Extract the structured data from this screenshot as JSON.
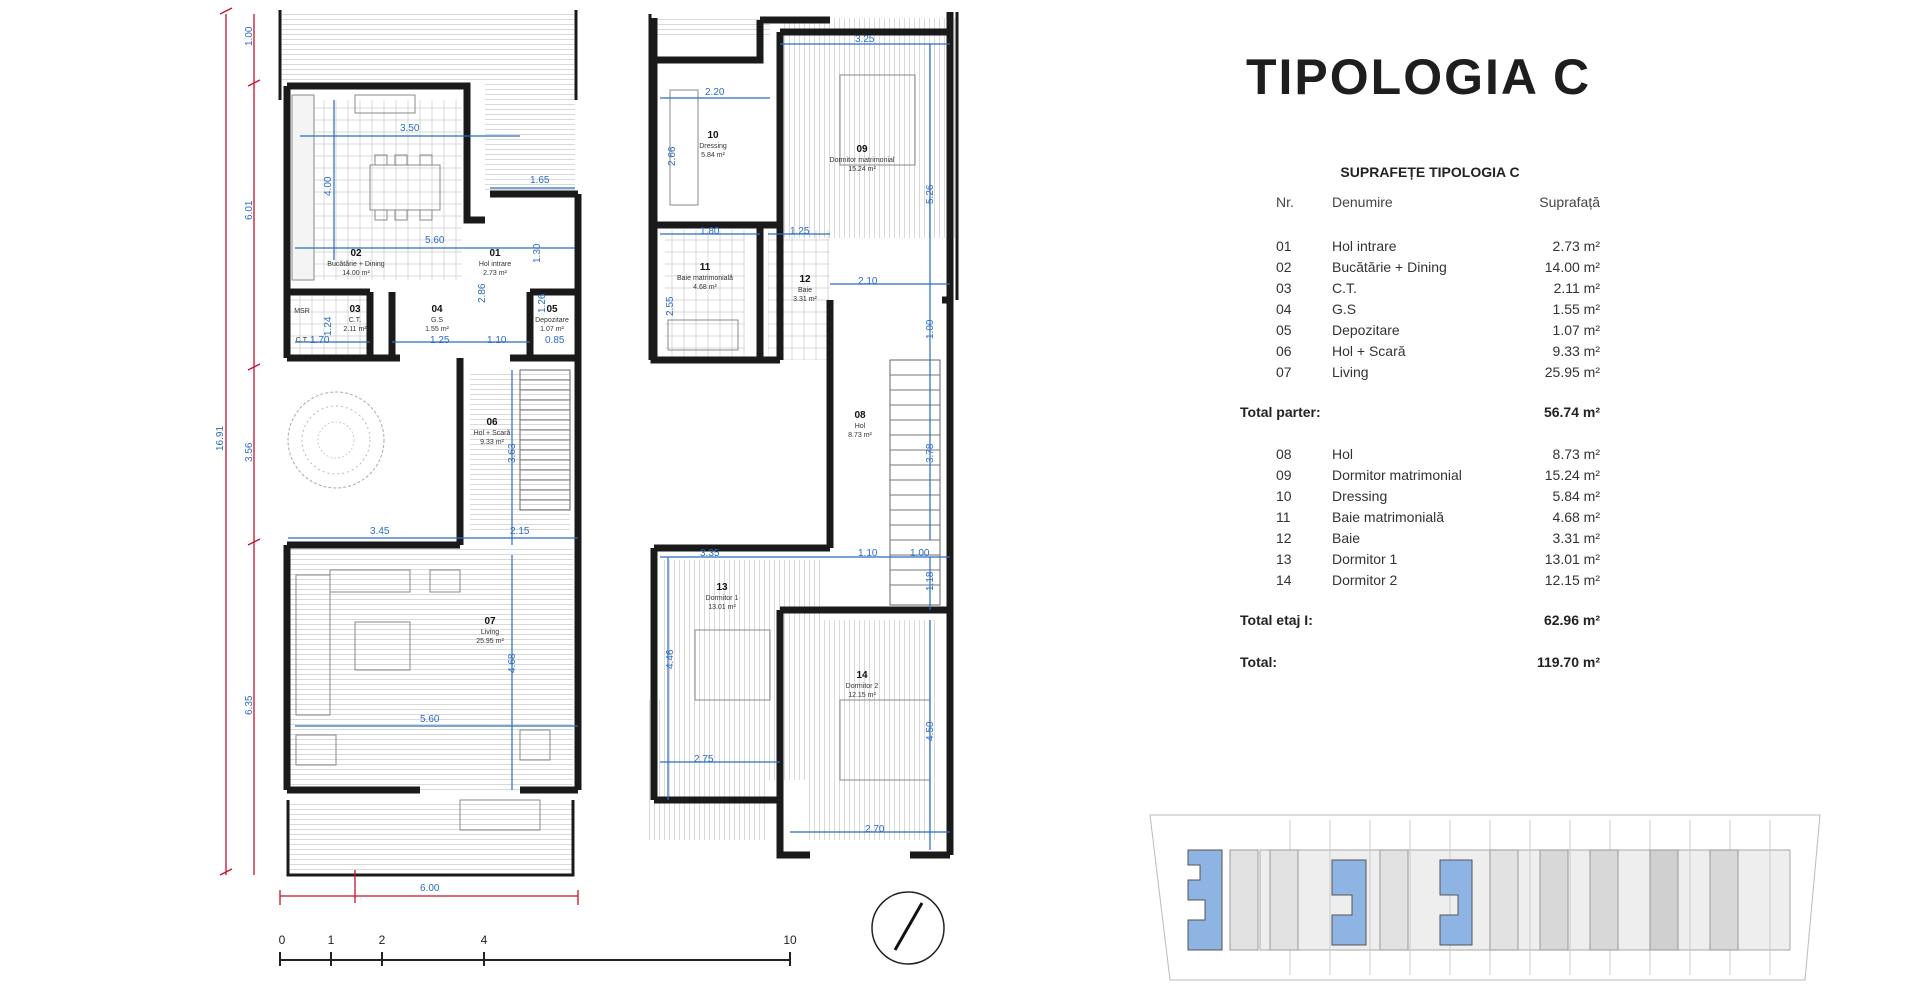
{
  "title": "TIPOLOGIA C",
  "table": {
    "title": "SUPRAFEȚE TIPOLOGIA C",
    "headers": {
      "nr": "Nr.",
      "name": "Denumire",
      "area": "Suprafață"
    },
    "ground": [
      {
        "nr": "01",
        "name": "Hol intrare",
        "area": "2.73 m²"
      },
      {
        "nr": "02",
        "name": "Bucătărie + Dining",
        "area": "14.00 m²"
      },
      {
        "nr": "03",
        "name": "C.T.",
        "area": "2.11 m²"
      },
      {
        "nr": "04",
        "name": "G.S",
        "area": "1.55 m²"
      },
      {
        "nr": "05",
        "name": "Depozitare",
        "area": "1.07 m²"
      },
      {
        "nr": "06",
        "name": "Hol + Scară",
        "area": "9.33 m²"
      },
      {
        "nr": "07",
        "name": "Living",
        "area": "25.95 m²"
      }
    ],
    "total_ground": {
      "label": "Total parter:",
      "area": "56.74 m²"
    },
    "first": [
      {
        "nr": "08",
        "name": "Hol",
        "area": "8.73 m²"
      },
      {
        "nr": "09",
        "name": "Dormitor matrimonial",
        "area": "15.24 m²"
      },
      {
        "nr": "10",
        "name": "Dressing",
        "area": "5.84 m²"
      },
      {
        "nr": "11",
        "name": "Baie matrimonială",
        "area": "4.68 m²"
      },
      {
        "nr": "12",
        "name": "Baie",
        "area": "3.31 m²"
      },
      {
        "nr": "13",
        "name": "Dormitor 1",
        "area": "13.01 m²"
      },
      {
        "nr": "14",
        "name": "Dormitor 2",
        "area": "12.15 m²"
      }
    ],
    "total_first": {
      "label": "Total etaj I:",
      "area": "62.96 m²"
    },
    "total": {
      "label": "Total:",
      "area": "119.70 m²"
    }
  },
  "plan_labels": {
    "r01": {
      "num": "01",
      "name": "Hol intrare",
      "area": "2.73 m²"
    },
    "r02": {
      "num": "02",
      "name": "Bucătărie + Dining",
      "area": "14.00 m²"
    },
    "r03": {
      "num": "03",
      "name": "C.T.",
      "area": "2.11 m²"
    },
    "r04": {
      "num": "04",
      "name": "G.S",
      "area": "1.55 m²"
    },
    "r05": {
      "num": "05",
      "name": "Depozitare",
      "area": "1.07 m²"
    },
    "r06": {
      "num": "06",
      "name": "Hol + Scară",
      "area": "9.33 m²"
    },
    "r07": {
      "num": "07",
      "name": "Living",
      "area": "25.95 m²"
    },
    "r08": {
      "num": "08",
      "name": "Hol",
      "area": "8.73 m²"
    },
    "r09": {
      "num": "09",
      "name": "Dormitor matrimonial",
      "area": "15.24 m²"
    },
    "r10": {
      "num": "10",
      "name": "Dressing",
      "area": "5.84 m²"
    },
    "r11": {
      "num": "11",
      "name": "Baie matrimonială",
      "area": "4.68 m²"
    },
    "r12": {
      "num": "12",
      "name": "Baie",
      "area": "3.31 m²"
    },
    "r13": {
      "num": "13",
      "name": "Dormitor 1",
      "area": "13.01 m²"
    },
    "r14": {
      "num": "14",
      "name": "Dormitor 2",
      "area": "12.15 m²"
    },
    "msr": "MSR",
    "ct_small": "C.T."
  },
  "dims_red": {
    "total_height": "16.91",
    "seg1": "1.00",
    "seg2": "6.01",
    "seg3": "3.56",
    "seg4": "6.35",
    "width": "6.00"
  },
  "dims_blue": {
    "d350": "3.50",
    "d400": "4.00",
    "d560a": "5.60",
    "d165": "1.65",
    "d130": "1.30",
    "d286": "2.86",
    "d124": "1.24",
    "d170": "1.70",
    "d125a": "1.25",
    "d110a": "1.10",
    "d085": "0.85",
    "d126": "1.26",
    "d363": "3.63",
    "d345": "3.45",
    "d215": "2.15",
    "d468": "4.68",
    "d560b": "5.60",
    "d325": "3.25",
    "d220": "2.20",
    "d266": "2.66",
    "d526": "5.26",
    "d180": "1.80",
    "d125b": "1.25",
    "d255": "2.55",
    "d210": "2.10",
    "d100a": "1.00",
    "d378": "3.78",
    "d335": "3.35",
    "d110b": "1.10",
    "d100b": "1.00",
    "d118": "1.18",
    "d446": "4.46",
    "d275": "2.75",
    "d450": "4.50",
    "d270": "2.70"
  },
  "scale": [
    "0",
    "1",
    "2",
    "4",
    "10"
  ]
}
